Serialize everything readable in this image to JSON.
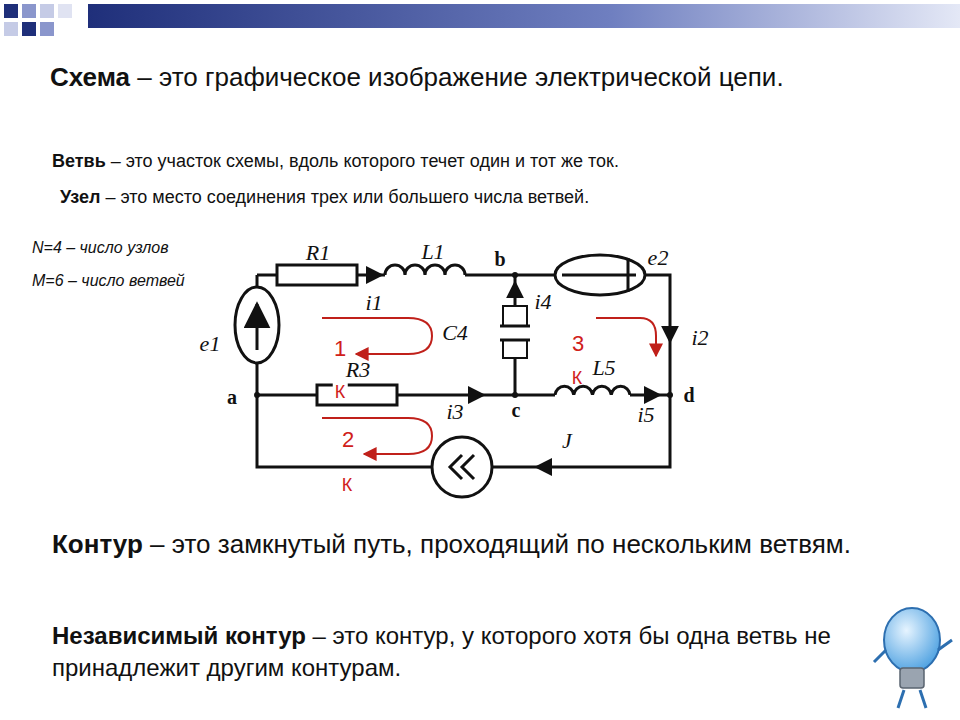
{
  "diagram": {
    "labels": [
      "Схема",
      "– это графическое изображение  электрической цепи.",
      "Ветвь",
      "– это участок схемы, вдоль которого течет один и тот же ток.",
      "Узел",
      "– это место соединения трех или большего числа ветвей.",
      "N=4 – число узлов",
      "M=6 – число ветвей",
      "R1",
      "L1",
      "b",
      "e2",
      "i1",
      "i4",
      "C4",
      "i2",
      "1",
      "e1",
      "R3",
      "3",
      "К",
      "L5",
      "a",
      "К",
      "c",
      "i3",
      "d",
      "i5",
      "2",
      "J",
      "К",
      "Контур",
      "– это замкнутый путь, проходящий по нескольким ветвям.",
      "Независимый контур",
      "– это контур, у которого хотя бы одна ветвь не принадлежит другим контурам."
    ]
  }
}
